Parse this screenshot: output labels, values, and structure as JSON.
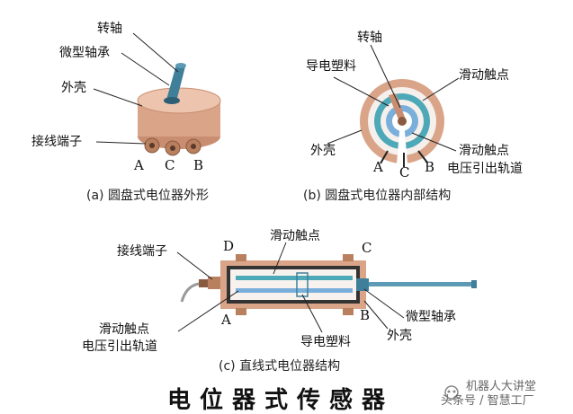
{
  "figure_a": {
    "caption": "(a) 圆盘式电位器外形",
    "labels": {
      "shaft": "转轴",
      "bearing": "微型轴承",
      "housing": "外壳",
      "terminals": "接线端子"
    },
    "pins": [
      "A",
      "C",
      "B"
    ]
  },
  "figure_b": {
    "caption": "(b) 圆盘式电位器内部结构",
    "labels": {
      "shaft": "转轴",
      "plastic": "导电塑料",
      "wiper": "滑动触点",
      "housing": "外壳",
      "wiper_track_1": "滑动触点",
      "wiper_track_2": "电压引出轨道"
    },
    "pins": [
      "A",
      "C",
      "B"
    ]
  },
  "figure_c": {
    "caption": "(c) 直线式电位器结构",
    "labels": {
      "terminals": "接线端子",
      "wiper_top": "滑动触点",
      "wiper_track_1": "滑动触点",
      "wiper_track_2": "电压引出轨道",
      "plastic": "导电塑料",
      "housing": "外壳",
      "bearing": "微型轴承"
    },
    "corners": {
      "D": "D",
      "C": "C",
      "A": "A",
      "B": "B"
    }
  },
  "title": "电位器式传感器",
  "watermark": {
    "line1": "机器人大讲堂",
    "line2": "头条号 / 智慧工厂"
  },
  "colors": {
    "housing": "#d9a488",
    "shaft": "#3f7f9a",
    "track_teal": "#4da8b8",
    "plastic_blue": "#7aaedb",
    "dark": "#222222"
  }
}
